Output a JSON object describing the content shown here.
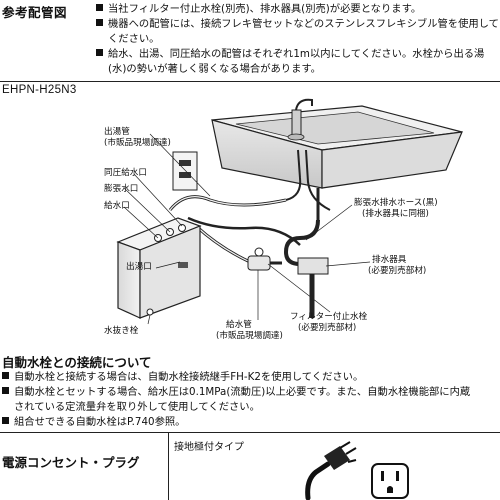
{
  "reference": {
    "title": "参考配管図",
    "notes": [
      "当社フィルター付止水栓(別売)、排水器具(別売)が必要となります。",
      "機器への配管には、接続フレキ管セットなどのステンレスフレキシブル管を使用してください。",
      "給水、出湯、同圧給水の配管はそれぞれ1m以内にしてください。水栓から出る湯(水)の勢いが著しく弱くなる場合があります。"
    ],
    "note2_line1": "機器への配管には、接続フレキ管セットなどのステンレスフレキシブル管を使用して",
    "note2_line2": "ください。",
    "note3_line1": "給水、出湯、同圧給水の配管はそれぞれ1m以内にしてください。水栓から出る湯",
    "note3_line2": "(水)の勢いが著しく弱くなる場合があります。"
  },
  "diagram": {
    "model": "EHPN-H25N3",
    "labels": {
      "outlet_pipe": "出湯管",
      "outlet_pipe_note": "(市販品現場調達)",
      "same_pressure_inlet": "同圧給水口",
      "expansion_port": "膨張水口",
      "water_inlet": "給水口",
      "hot_outlet": "出湯口",
      "drain_plug": "水抜き栓",
      "supply_pipe": "給水管",
      "supply_pipe_note": "(市販品現場調達)",
      "filter_valve": "フィルター付止水栓",
      "filter_valve_note": "(必要別売部材)",
      "drain_fixture": "排水器具",
      "drain_fixture_note": "(必要別売部材)",
      "expansion_hose": "膨張水排水ホース(黒)",
      "expansion_hose_note": "(排水器具に同梱)"
    }
  },
  "auto_faucet": {
    "title": "自動水栓との接続について",
    "bullet1": "自動水栓と接続する場合は、自動水栓接続継手FH-K2を使用してください。",
    "bullet2_line1": "自動水栓とセットする場合、給水圧は0.1MPa(流動圧)以上必要です。また、自動水栓機能部に内蔵",
    "bullet2_line2": "されている定流量弁を取り外して使用してください。",
    "bullet3": "組合せできる自動水栓はP.740参照。"
  },
  "power": {
    "title": "電源コンセント・プラグ",
    "plug_type": "接地極付タイプ"
  }
}
